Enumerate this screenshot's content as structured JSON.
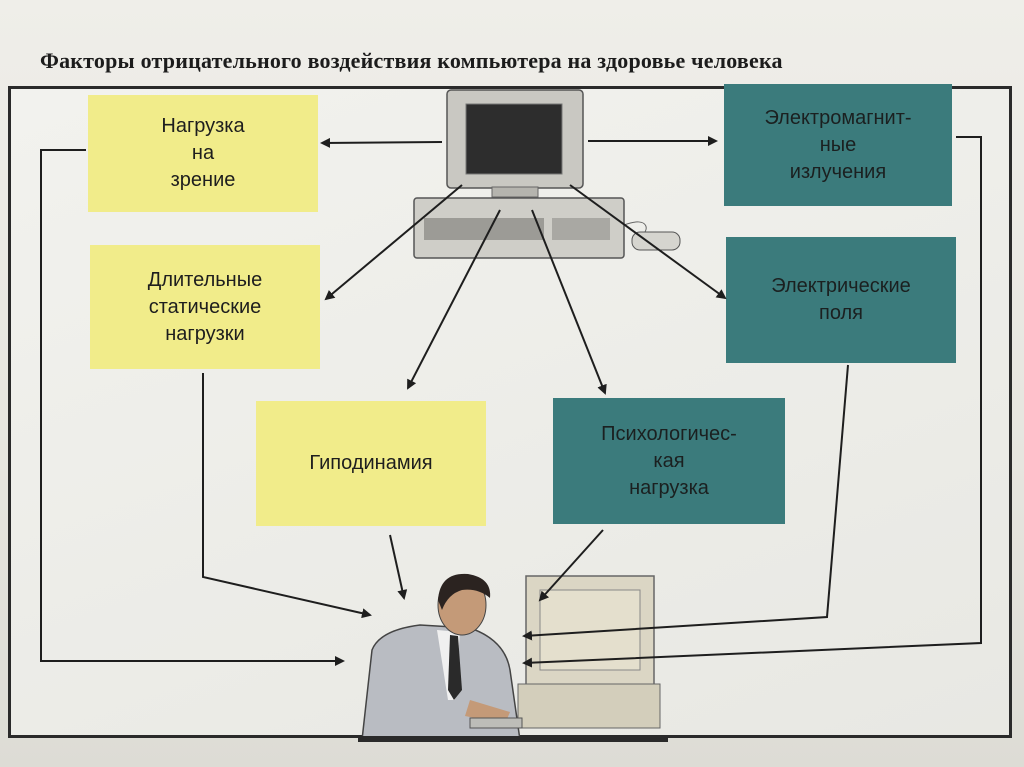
{
  "title": "Факторы отрицательного воздействия компьютера на здоровье человека",
  "factors": {
    "vision": "Нагрузка\nна\nзрение",
    "static": "Длительные\nстатические\nнагрузки",
    "hypodynamia": "Гиподинамия",
    "electromagnetic": "Электромагнит-\nные\nизлучения",
    "electric": "Электрические\nполя",
    "psychological": "Психологичес-\nкая\nнагрузка"
  },
  "colors": {
    "yellow_box": "#f1ec8a",
    "teal_box": "#3b7b7c",
    "arrow": "#1e1e1e"
  },
  "icons": {
    "computer": "computer-icon",
    "person": "person-at-computer-icon"
  }
}
